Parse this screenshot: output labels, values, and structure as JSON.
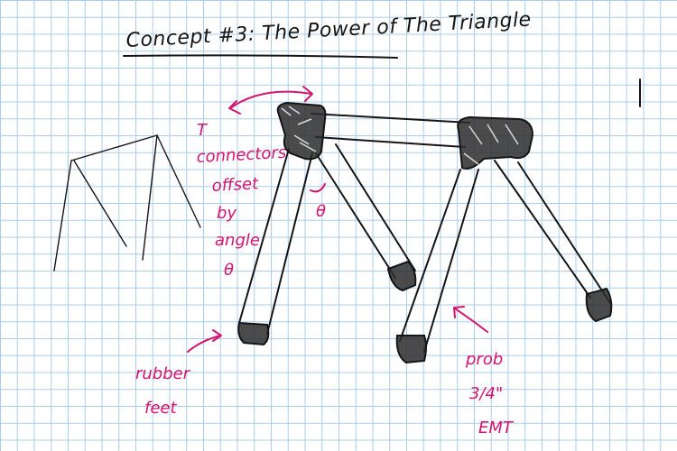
{
  "title": "Concept #3: The Power of The Triangle",
  "annotations": {
    "connectors": [
      "T",
      "connectors",
      "offset",
      "by",
      "angle",
      "θ"
    ],
    "theta": "θ",
    "rubber_feet": [
      "rubber",
      "feet"
    ],
    "emt": [
      "prob",
      "3/4\"",
      "EMT"
    ]
  },
  "colors": {
    "ink": "#151515",
    "annotation": "#d4146f",
    "grid": "#a9cce8"
  }
}
